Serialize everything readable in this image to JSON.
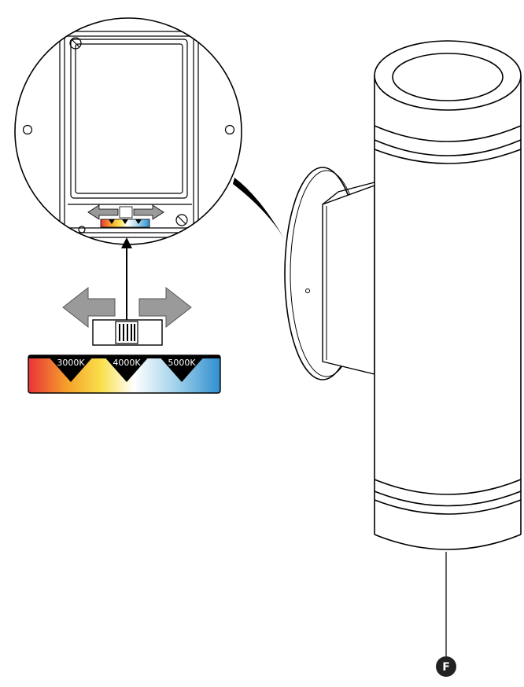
{
  "color_scale": {
    "labels": [
      {
        "id": "cct-3000",
        "text": "3000K"
      },
      {
        "id": "cct-4000",
        "text": "4000K"
      },
      {
        "id": "cct-5000",
        "text": "5000K"
      }
    ],
    "gradient_colors": [
      "#e8333a",
      "#f5a02a",
      "#f9e04b",
      "#ffffff",
      "#9ccfe9",
      "#2f8fcf"
    ]
  },
  "callout": {
    "letter": "F",
    "badge_color": "#222222"
  },
  "switch": {
    "arrow_color": "#9a9a9a"
  }
}
